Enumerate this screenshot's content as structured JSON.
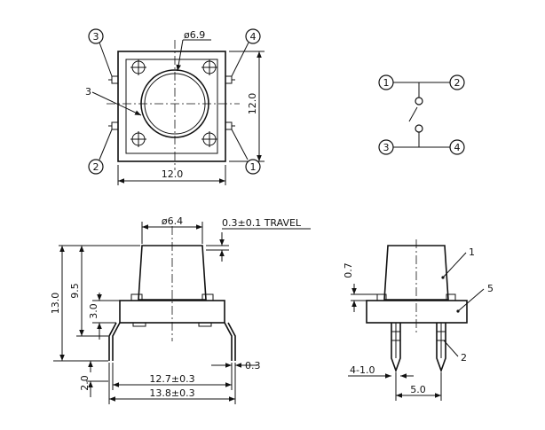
{
  "top_view": {
    "dia_label": "ø6.9",
    "width_label": "12.0",
    "height_label": "12.0",
    "button_leader": "3",
    "pins": [
      "3",
      "4",
      "2",
      "1"
    ]
  },
  "schematic": {
    "pins": [
      "1",
      "2",
      "3",
      "4"
    ]
  },
  "side_view": {
    "dia_label": "ø6.4",
    "travel_label": "0.3±0.1 TRAVEL",
    "height_total": "13.0",
    "height_stem": "9.5",
    "height_body": "3.0",
    "pin_len": "2.0",
    "pin_spacing": "12.7±0.3",
    "pin_width": "13.8±0.3",
    "pin_thick": "0.3"
  },
  "end_view": {
    "callout_top": "0.7",
    "label_1": "1",
    "label_2": "2",
    "label_5": "5",
    "pin_dim": "4-1.0",
    "spacing": "5.0"
  }
}
